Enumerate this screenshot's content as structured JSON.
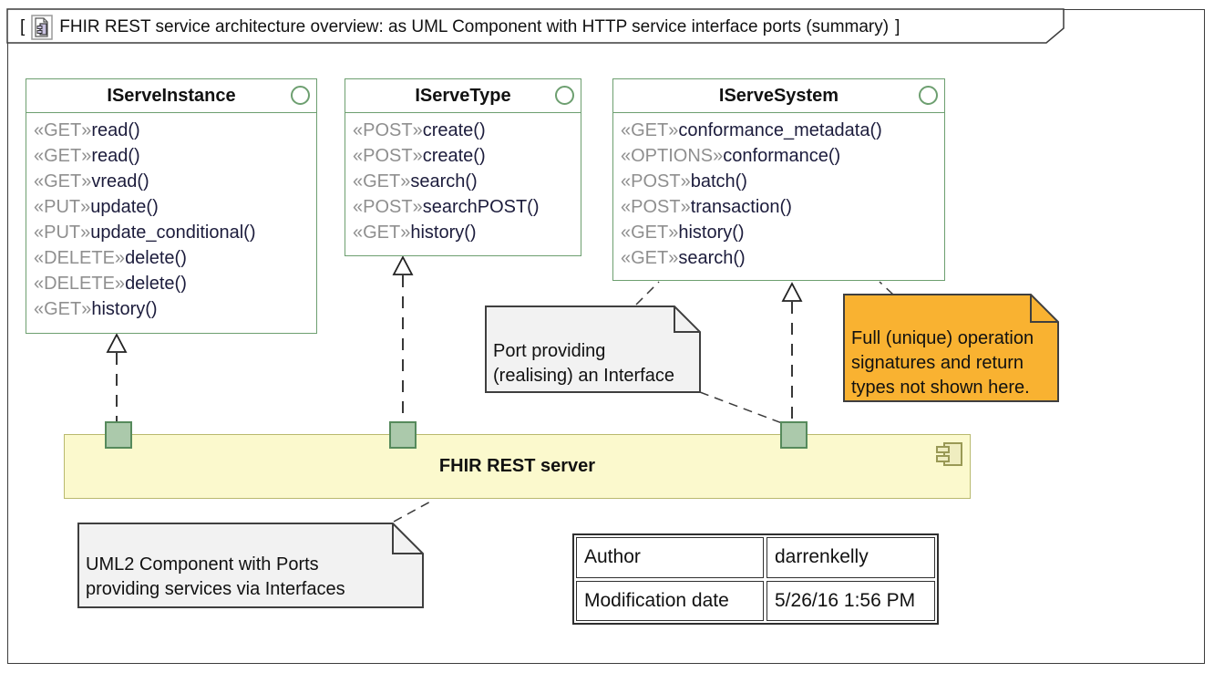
{
  "diagram_frame": {
    "bracket_open": "[",
    "bracket_close": "]",
    "title": "FHIR REST service architecture overview: as UML Component with HTTP service interface ports (summary)"
  },
  "interfaces": [
    {
      "name": "IServeInstance",
      "methods": [
        {
          "stereotype": "«GET»",
          "name": "read()"
        },
        {
          "stereotype": "«GET»",
          "name": "read()"
        },
        {
          "stereotype": "«GET»",
          "name": "vread()"
        },
        {
          "stereotype": "«PUT»",
          "name": "update()"
        },
        {
          "stereotype": "«PUT»",
          "name": "update_conditional()"
        },
        {
          "stereotype": "«DELETE»",
          "name": "delete()"
        },
        {
          "stereotype": "«DELETE»",
          "name": "delete()"
        },
        {
          "stereotype": "«GET»",
          "name": "history()"
        }
      ]
    },
    {
      "name": "IServeType",
      "methods": [
        {
          "stereotype": "«POST»",
          "name": "create()"
        },
        {
          "stereotype": "«POST»",
          "name": "create()"
        },
        {
          "stereotype": "«GET»",
          "name": "search()"
        },
        {
          "stereotype": "«POST»",
          "name": "searchPOST()"
        },
        {
          "stereotype": "«GET»",
          "name": "history()"
        }
      ]
    },
    {
      "name": "IServeSystem",
      "methods": [
        {
          "stereotype": "«GET»",
          "name": "conformance_metadata()"
        },
        {
          "stereotype": "«OPTIONS»",
          "name": "conformance()"
        },
        {
          "stereotype": "«POST»",
          "name": "batch()"
        },
        {
          "stereotype": "«POST»",
          "name": "transaction()"
        },
        {
          "stereotype": "«GET»",
          "name": "history()"
        },
        {
          "stereotype": "«GET»",
          "name": "search()"
        }
      ]
    }
  ],
  "component": {
    "name": "FHIR REST server"
  },
  "notes": {
    "port_note": {
      "line1": "Port providing",
      "line2": "(realising) an Interface"
    },
    "signature_note": {
      "line1": "Full (unique) operation",
      "line2": "signatures and return",
      "line3": "types not shown here."
    },
    "component_note": {
      "line1": "UML2 Component with Ports",
      "line2": "providing services via Interfaces"
    }
  },
  "info_table": {
    "rows": [
      {
        "label": "Author",
        "value": "darrenkelly"
      },
      {
        "label": "Modification date",
        "value": "5/26/16 1:56 PM"
      }
    ]
  },
  "icons": {
    "title_icon": "uml-diagram-icon",
    "interface_icon": "interface-ball-icon",
    "component_icon": "uml-component-icon"
  },
  "colors": {
    "interface_border": "#6d9f70",
    "port_fill": "#abc9ab",
    "port_border": "#568a5c",
    "component_fill": "#fbf9cd",
    "component_border": "#b9b96e",
    "note_fill": "#f2f2f2",
    "note_highlight": "#f9b231",
    "stereotype_text": "#8f8f8f",
    "method_text": "#1c1c3c"
  }
}
